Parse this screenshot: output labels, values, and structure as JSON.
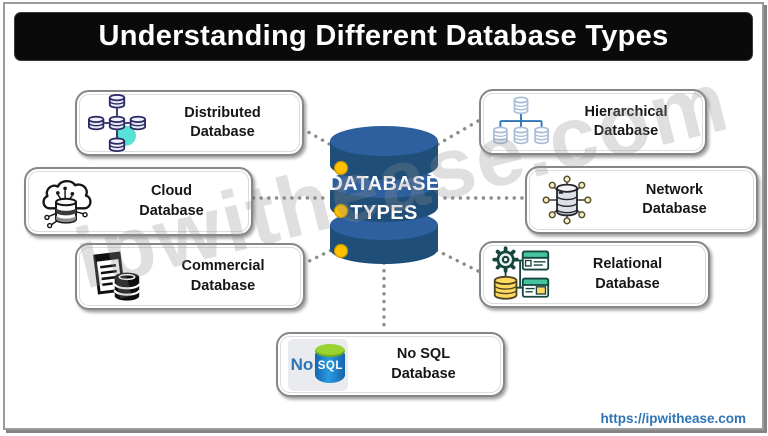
{
  "title": "Understanding Different Database Types",
  "center": {
    "line1": "DATABASE",
    "line2": "TYPES"
  },
  "nodes": {
    "distributed": {
      "line1": "Distributed",
      "line2": "Database"
    },
    "cloud": {
      "line1": "Cloud",
      "line2": "Database"
    },
    "commercial": {
      "line1": "Commercial",
      "line2": "Database"
    },
    "hierarchical": {
      "line1": "Hierarchical",
      "line2": "Database"
    },
    "network": {
      "line1": "Network",
      "line2": "Database"
    },
    "relational": {
      "line1": "Relational",
      "line2": "Database"
    },
    "nosql": {
      "line1": "No SQL",
      "line2": "Database"
    }
  },
  "nosql_icon": {
    "no": "No",
    "sql": "SQL"
  },
  "footer": {
    "url": "https://ipwithease.com"
  },
  "watermark": {
    "text": "ipwithease.com"
  },
  "colors": {
    "title_bg": "#0a0a0a",
    "cylinder_body": "#1f4e79",
    "cylinder_top": "#2e5f9e",
    "dot_yellow": "#ffc000",
    "connector_gray": "#8c8c8c",
    "url_blue": "#2e75b6",
    "icon_teal": "#45c4a0",
    "icon_cyan": "#56e3d5",
    "icon_navy": "#2f2a63",
    "hier_blue": "#2e75b6",
    "nosql_green": "#9ad32f"
  }
}
